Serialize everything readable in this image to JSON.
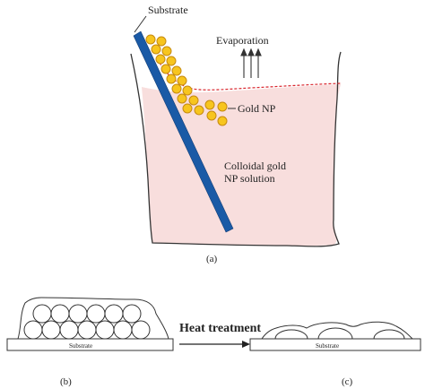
{
  "figure": {
    "panel_a": {
      "substrate_label": "Substrate",
      "evaporation_label": "Evaporation",
      "gold_np_label": "Gold NP",
      "solution_label_line1": "Colloidal gold",
      "solution_label_line2": "NP solution",
      "caption": "(a)"
    },
    "panel_b": {
      "substrate_label": "Substrate",
      "caption": "(b)"
    },
    "arrow_label": "Heat treatment",
    "panel_c": {
      "substrate_label": "Substrate",
      "caption": "(c)"
    }
  },
  "colors": {
    "solution_fill": "#f8dedd",
    "meniscus_line": "#d9262d",
    "substrate_blue": "#1a5aa6",
    "gold_fill": "#f7c51e",
    "gold_stroke": "#c68a10",
    "outline": "#333333"
  }
}
